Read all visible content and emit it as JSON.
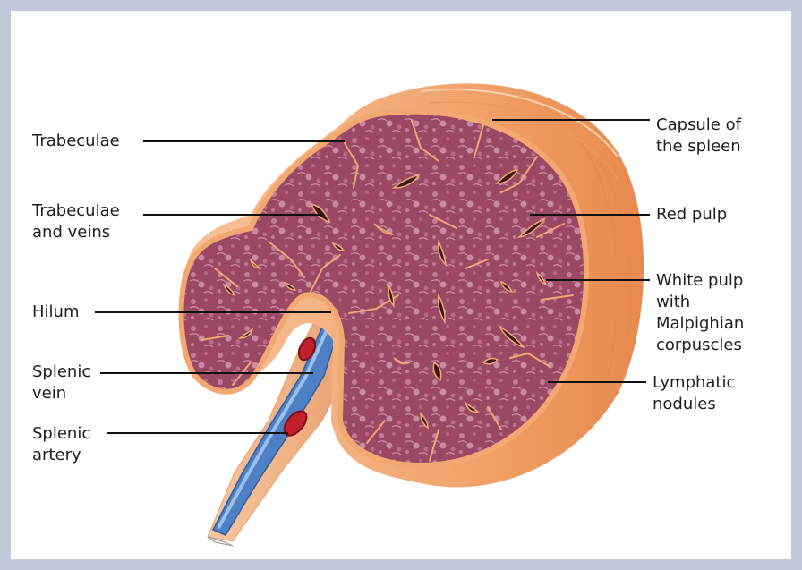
{
  "labels": {
    "trabeculae": "Trabeculae",
    "trabeculae_veins_1": "Trabeculae",
    "trabeculae_veins_2": "and veins",
    "hilum": "Hilum",
    "splenic_vein_1": "Splenic",
    "splenic_vein_2": "vein",
    "splenic_artery_1": "Splenic",
    "splenic_artery_2": "artery",
    "capsule_1": "Capsule of",
    "capsule_2": "the spleen",
    "red_pulp": "Red pulp",
    "white_pulp_1": "White pulp",
    "white_pulp_2": "with",
    "white_pulp_3": "Malpighian",
    "white_pulp_4": "corpuscles",
    "lymphatic_1": "Lymphatic",
    "lymphatic_2": "nodules"
  },
  "colors": {
    "frame": "#c2c9da",
    "capsule": "#f2a46c",
    "capsule_edge": "#f6bc90",
    "pulp": "#9c4a66",
    "pulp_light": "#c27a96",
    "trabecula": "#f0a870",
    "vein_cavity": "#3a1a10",
    "vessel_blue": "#4a78c0",
    "artery_red": "#c0202a"
  }
}
